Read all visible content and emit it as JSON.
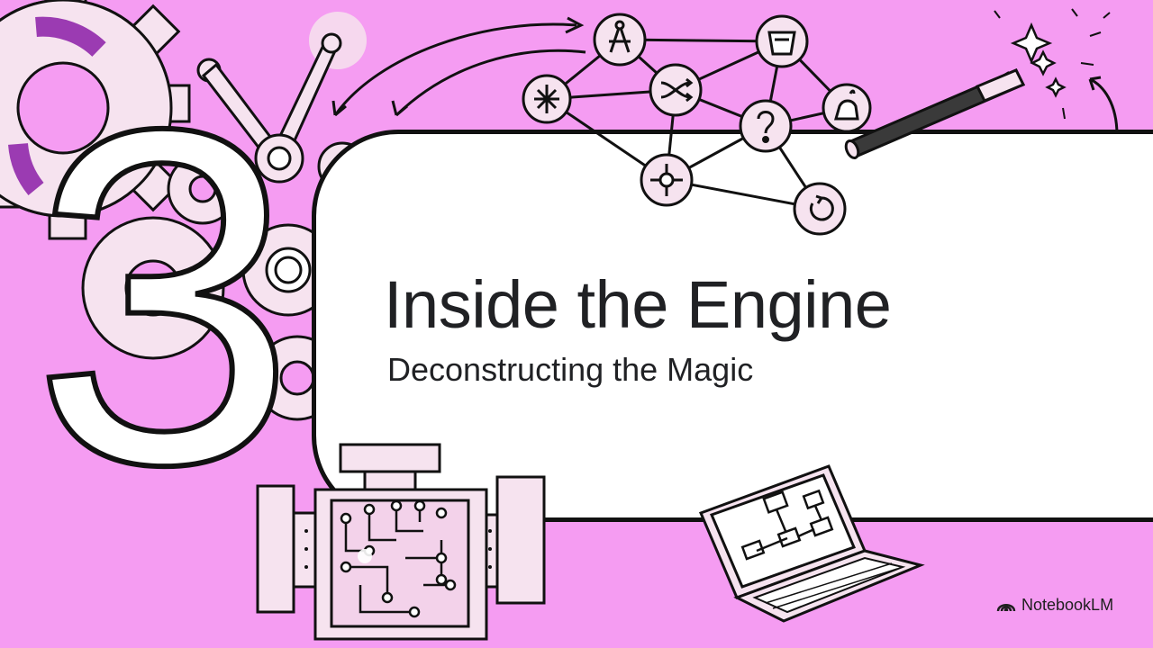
{
  "slide": {
    "number": "3",
    "title": "Inside the Engine",
    "subtitle": "Deconstructing the Magic"
  },
  "brand": {
    "name": "NotebookLM",
    "icon": "notebooklm-logo-icon"
  },
  "colors": {
    "background": "#f59cf2",
    "panel": "#ffffff",
    "ink": "#111111",
    "text": "#202124",
    "illustration_fill": "#f6e3ef"
  },
  "illustration": {
    "network_node_icons": [
      "compass-icon",
      "bucket-icon",
      "snowflake-icon",
      "shuffle-icon",
      "question-mark-icon",
      "cloud-drop-icon",
      "target-arrows-icon",
      "refresh-icon"
    ]
  }
}
